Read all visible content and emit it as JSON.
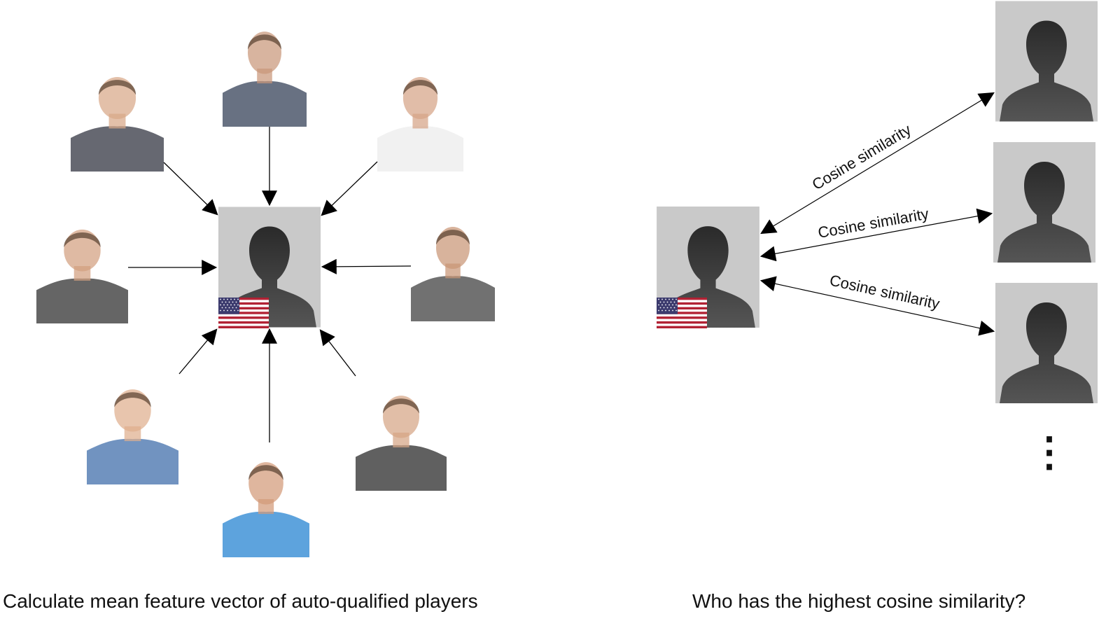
{
  "left_panel": {
    "caption": "Calculate mean feature vector of auto-qualified players"
  },
  "right_panel": {
    "caption": "Who has the highest cosine similarity?",
    "edge_labels": [
      "Cosine similarity",
      "Cosine similarity",
      "Cosine similarity"
    ],
    "continuation_glyph": "⋮"
  },
  "colors": {
    "silhouette_bg": "#c9c9c9",
    "silhouette_fg": "#3a3a3a",
    "arrow": "#000000",
    "flag_red": "#b22234",
    "flag_blue": "#3c3b6e"
  },
  "player_photos": [
    {
      "shirt": "#2b2e3a",
      "skin": "#d8a888"
    },
    {
      "shirt": "#2e3a52",
      "skin": "#c9977a"
    },
    {
      "shirt": "#ececec",
      "skin": "#d6a486"
    },
    {
      "shirt": "#2a2a2a",
      "skin": "#d3a07f"
    },
    {
      "shirt": "#3a3a3a",
      "skin": "#c99676"
    },
    {
      "shirt": "#3a6aa8",
      "skin": "#dfae8e"
    },
    {
      "shirt": "#1f7fd0",
      "skin": "#d39a78"
    },
    {
      "shirt": "#222222",
      "skin": "#d6a585"
    }
  ]
}
